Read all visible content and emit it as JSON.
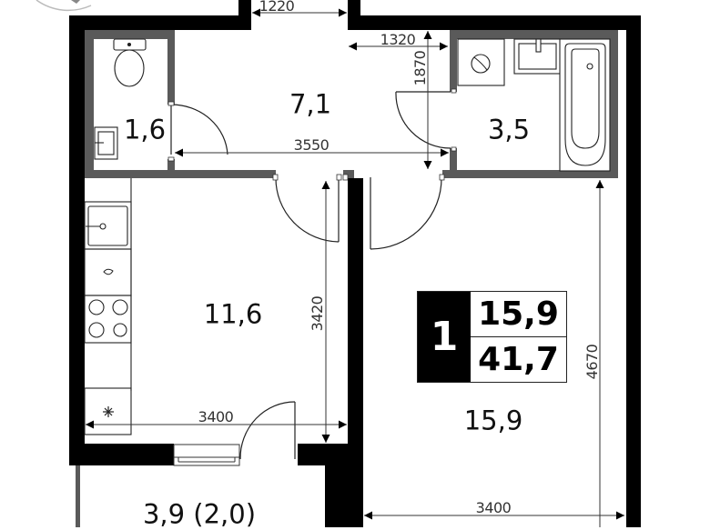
{
  "colors": {
    "outer_wall": "#000000",
    "inner_wall": "#5a5a5a",
    "line": "#333333",
    "background": "#ffffff"
  },
  "rooms": {
    "wc": {
      "area": "1,6"
    },
    "hallway": {
      "area": "7,1"
    },
    "bathroom": {
      "area": "3,5"
    },
    "kitchen": {
      "area": "11,6"
    },
    "living_room": {
      "area": "15,9"
    },
    "balcony": {
      "area": "3,9 (2,0)"
    }
  },
  "dimensions": {
    "entrance_width": "1220",
    "hall_upper_width": "1320",
    "hall_depth": "1870",
    "hall_width": "3550",
    "kitchen_depth": "3420",
    "kitchen_width": "3400",
    "living_depth": "4670",
    "living_width": "3400"
  },
  "summary_badge": {
    "room_count": "1",
    "living_area": "15,9",
    "total_area": "41,7"
  },
  "icons": [
    "compass-icon",
    "toilet-icon",
    "sink-icon",
    "washing-machine-icon",
    "bathtub-icon",
    "kitchen-sink-icon",
    "stove-icon",
    "fridge-icon",
    "door-swing-icon",
    "window-icon"
  ]
}
